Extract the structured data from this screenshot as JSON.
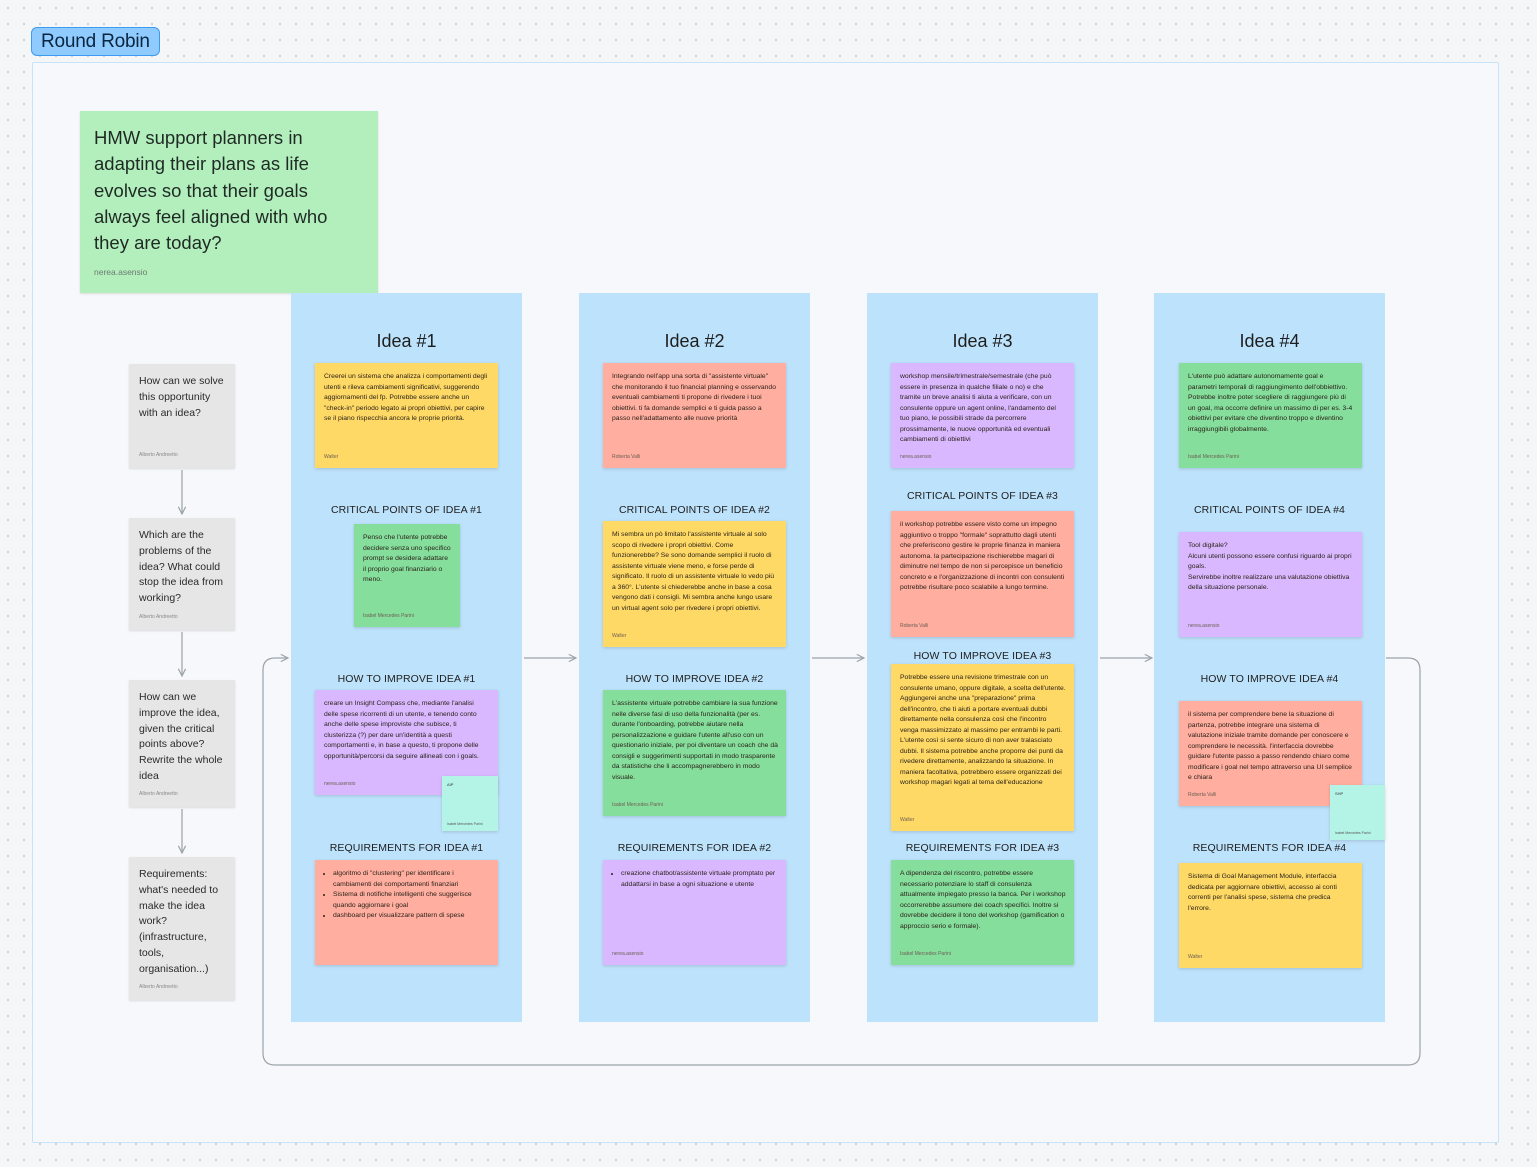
{
  "section": {
    "label": "Round Robin"
  },
  "hmw": {
    "text": "HMW support planners in adapting their plans as life evolves so that their goals always feel aligned with who they are today?",
    "author": "nerea.asensio"
  },
  "prompts": [
    {
      "text": "How can we solve this opportunity with an idea?",
      "author": "Alberto Andreetto"
    },
    {
      "text": "Which are the problems of the idea? What could stop the idea from working?",
      "author": "Alberto Andreetto"
    },
    {
      "text": "How can we improve the  idea, given the critical points above? Rewrite the whole idea",
      "author": "Alberto Andreetto"
    },
    {
      "text": "Requirements: what's needed to make the idea work? (infrastructure, tools, organisation...)",
      "author": "Alberto Andreetto"
    }
  ],
  "ideas": [
    {
      "title": "Idea #1",
      "idea": {
        "text": "Creerei un sistema che analizza i comportamenti degli utenti e rileva cambiamenti significativi, suggerendo aggiornamenti del fp. Potrebbe essere anche un \"check-in\" periodo legato ai propri obiettivi, per capire se il piano rispecchia ancora le proprie priorità.",
        "author": "Walter"
      },
      "critical_title": "CRITICAL POINTS OF IDEA #1",
      "critical": {
        "text": "Penso che l'utente potrebbe decidere senza uno specifico prompt se desidera adattare il proprio goal finanziario o meno.",
        "author": "Isabel Mercedes Parini"
      },
      "improve_title": "HOW TO IMPROVE IDEA #1",
      "improve": {
        "text": "creare un Insight Compass che, mediante l'analisi delle spese ricorrenti di un utente, e tenendo conto anche delle spese improviste che subisce, ti clusterizza (?) per dare un'identità a questi comportamenti e, in base a questo, ti propone delle opportunità/percorsi da seguire allineati con i goals.",
        "author": "nerea.asensio"
      },
      "mini": {
        "label": "AIP",
        "author": "Isabel Mercedes Parini"
      },
      "req_title": "REQUIREMENTS FOR IDEA #1",
      "requirements": [
        "algoritmo di \"clustering\" per identificare i cambiamenti dei comportamenti finanziari",
        "Sistema di notifiche intelligenti che suggerisce quando aggiornare i goal",
        "dashboard per visualizzare pattern di spese"
      ]
    },
    {
      "title": "Idea #2",
      "idea": {
        "text": "Integrando nell'app una sorta di \"assistente virtuale\" che monitorando il tuo financial planning e osservando eventuali cambiamenti ti propone di rivedere i tuoi obiettivi. ti fa domande semplici e ti guida passo a passo nell'adattamento alle nuove priorità",
        "author": "Roberta Valli"
      },
      "critical_title": "CRITICAL POINTS OF IDEA #2",
      "critical": {
        "text": "Mi sembra un pò limitato l'assistente virtuale al solo scopo di rivedere i propri obiettivi. Come funzionerebbe? Se sono domande semplici il ruolo di assistente virtuale viene meno, e forse perde di significato. Il ruolo di un assistente virtuale lo vedo più a 360°. L'utente si chiederebbe anche in base a cosa vengono dati i consigli. Mi sembra anche lungo usare un virtual agent solo per rivedere i propri obiettivi.",
        "author": "Walter"
      },
      "improve_title": "HOW TO IMPROVE IDEA #2",
      "improve": {
        "text": "L'assistente virtuale potrebbe cambiare la sua funzione nelle diverse fasi di uso della funzionalità (per es. durante l'onboarding, potrebbe aiutare nella personalizzazione e guidare l'utente all'uso con un questionario iniziale, per poi diventare un coach che dà consigli e suggerimenti supportati in modo trasparente da statistiche che li accompagnerebbero in modo visuale.",
        "author": "Isabel Mercedes Parini"
      },
      "req_title": "REQUIREMENTS FOR IDEA #2",
      "requirements": [
        "creazione chatbot/assistente virtuale promptato per addattarsi in base a ogni situazione e utente"
      ],
      "req_author": "nerea.asensio"
    },
    {
      "title": "Idea #3",
      "idea": {
        "text": "workshop mensile/trimestrale/semestrale (che può essere in presenza in qualche filiale o no) e che tramite un breve analisi ti aiuta a verificare, con un consulente oppure un agent online, l'andamento del tuo piano, le possibili strade da percorrere prossimamente, le nuove opportunità ed eventuali cambiamenti di obiettivi",
        "author": "nerea.asensio"
      },
      "critical_title": "CRITICAL POINTS OF IDEA #3",
      "critical": {
        "text": "il workshop potrebbe essere visto come un impegno aggiuntivo o troppo \"formale\" soprattutto dagli utenti che preferiscono gestire le proprie finanza in maniera autonoma. la partecipazione rischierebbe magari di diminutre nel tempo de non si percepisce un beneficio concreto e e l'organizzazione di incontri con consulenti potrebbe risultare poco scalabile a lungo termine.",
        "author": "Roberta Valli"
      },
      "improve_title": "HOW TO IMPROVE IDEA #3",
      "improve": {
        "text": "Potrebbe essere una revisione trimestrale con un consulente umano, oppure digitale, a scelta dell'utente. Aggiungerei anche una \"preparazione\" prima dell'incontro, che ti aiuti a portare eventuali dubbi direttamente nella consulenza così che l'incontro venga massimizzato al massimo per entrambi le parti. L'utente così si sente sicuro di non aver tralasciato dubbi. Il sistema potrebbe anche proporre dei punti da rivedere direttamente, analizzando la situazione. In maniera facoltativa, potrebbero essere organizzati dei workshop magari legati al tema dell'educazione",
        "author": "Walter"
      },
      "req_title": "REQUIREMENTS FOR IDEA #3",
      "req_text": "A dipendenza del riscontro, potrebbe essere necessario potenziare lo staff di consulenza attualmente impiegato presso la banca. Per i workshop occorrerebbe assumere dei coach specifici. Inoltre si dovrebbe decidere il tono del workshop (gamification o approccio serio e formale).",
      "req_author": "Isabel Mercedes Parini"
    },
    {
      "title": "Idea #4",
      "idea": {
        "text": "L'utente può adattare autonomamente goal e parametri temporali di raggiungimento dell'obbiettivo. Potrebbe inoltre poter scegliere di raggiungere più di un goal, ma occorre definire un massimo di per es. 3-4 obiettivi per evitare che diventino troppo e diventino irraggiungibili globalmente.",
        "author": "Isabel Mercedes Parini"
      },
      "critical_title": "CRITICAL POINTS OF IDEA #4",
      "critical": {
        "text": "Tool digitale?\nAlcuni utenti possono essere confusi riguardo ai propri goals.\nServirebbe inoltre realizzare una valutazione obiettiva della situazione personale.",
        "author": "nerea.asensio"
      },
      "improve_title": "HOW TO IMPROVE IDEA #4",
      "improve": {
        "text": "il sistema per comprendere bene la situazione di partenza, potrebbe integrare una sistema di valutazione iniziale tramite domande per conoscere e comprendere le necessità. l'interfaccia dovrebbe guidare l'utente passo a passo rendendo chiaro come modificare i goal nel tempo attraverso una UI semplice e chiara",
        "author": "Roberta Valli"
      },
      "mini": {
        "label": "SHP",
        "author": "Isabel Mercedes Parini"
      },
      "req_title": "REQUIREMENTS FOR IDEA #4",
      "req_text": "Sistema di Goal Management Module, interfaccia dedicata per aggiornare obiettivi, accesso ai conti correnti per l'analisi spese, sistema che predica l'errore.",
      "req_author": "Walter"
    }
  ],
  "colors": {
    "yellow": "#ffd966",
    "salmon": "#ffaea0",
    "violet": "#d9b8ff",
    "green": "#86de9d",
    "column": "#bde2fb",
    "hmw": "#b3efbd",
    "prompt": "#e6e6e6"
  }
}
